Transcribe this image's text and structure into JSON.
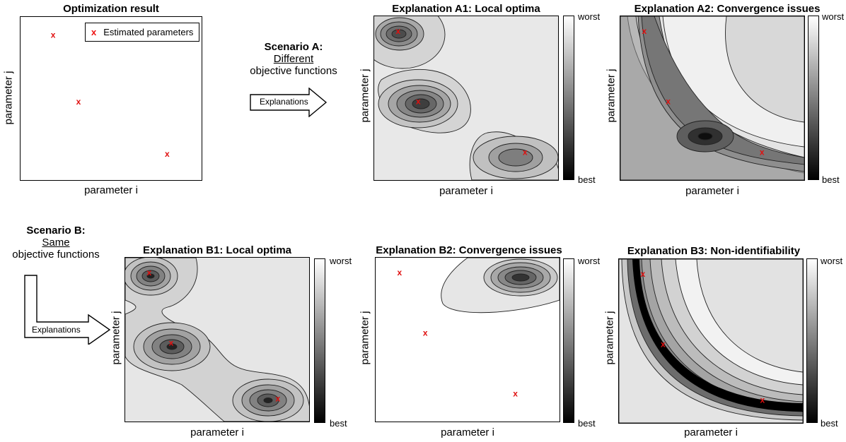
{
  "colors": {
    "marker": "#e01010",
    "axis": "#000000"
  },
  "colorbar": {
    "top_label": "worst",
    "bottom_label": "best"
  },
  "arrow_label": "Explanations",
  "scenario_a": {
    "title": "Scenario A:",
    "underlined": "Different",
    "rest": "objective functions"
  },
  "scenario_b": {
    "title": "Scenario B:",
    "underlined": "Same",
    "rest": "objective functions"
  },
  "panels": {
    "opt": {
      "title": "Optimization result",
      "xlabel": "parameter i",
      "ylabel": "parameter j",
      "legend": "Estimated parameters"
    },
    "a1": {
      "title": "Explanation A1: Local optima",
      "xlabel": "parameter i",
      "ylabel": "parameter j"
    },
    "a2": {
      "title": "Explanation A2: Convergence issues",
      "xlabel": "parameter i",
      "ylabel": "parameter j"
    },
    "b1": {
      "title": "Explanation B1: Local optima",
      "xlabel": "parameter i",
      "ylabel": "parameter j"
    },
    "b2": {
      "title": "Explanation B2: Convergence issues",
      "xlabel": "parameter i",
      "ylabel": "parameter j"
    },
    "b3": {
      "title": "Explanation B3: Non-identifiability",
      "xlabel": "parameter i",
      "ylabel": "parameter j"
    }
  },
  "markers": {
    "symbol": "x",
    "opt": [
      [
        0.18,
        0.11
      ],
      [
        0.32,
        0.52
      ],
      [
        0.81,
        0.84
      ]
    ],
    "a1": [
      [
        0.13,
        0.09
      ],
      [
        0.24,
        0.52
      ],
      [
        0.82,
        0.83
      ]
    ],
    "a2": [
      [
        0.13,
        0.09
      ],
      [
        0.26,
        0.52
      ],
      [
        0.77,
        0.83
      ]
    ],
    "b1": [
      [
        0.13,
        0.09
      ],
      [
        0.25,
        0.52
      ],
      [
        0.83,
        0.86
      ]
    ],
    "b2": [
      [
        0.13,
        0.09
      ],
      [
        0.27,
        0.46
      ],
      [
        0.76,
        0.83
      ]
    ],
    "b3": [
      [
        0.13,
        0.09
      ],
      [
        0.24,
        0.52
      ],
      [
        0.78,
        0.86
      ]
    ]
  }
}
